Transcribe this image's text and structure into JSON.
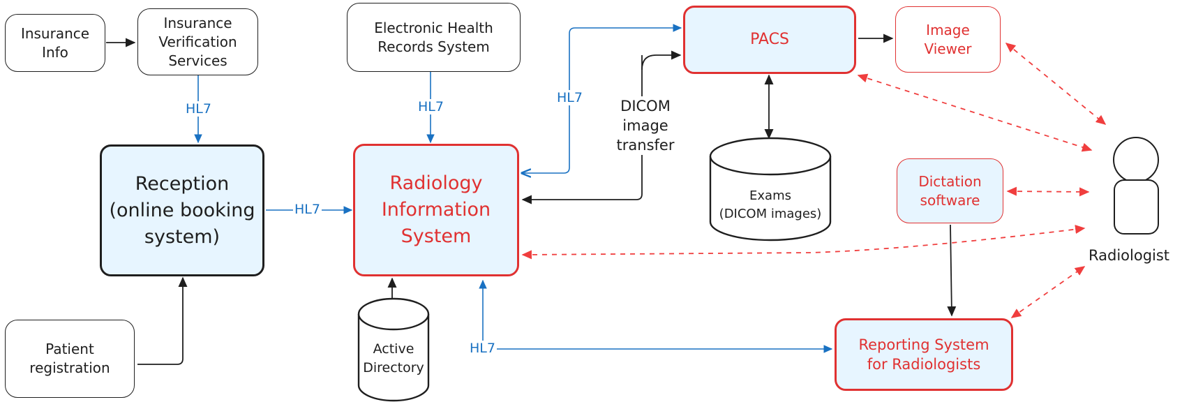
{
  "nodes": {
    "insurance_info": [
      "Insurance",
      "Info"
    ],
    "insurance_verification": [
      "Insurance",
      "Verification",
      "Services"
    ],
    "ehr": [
      "Electronic Health",
      "Records System"
    ],
    "pacs": [
      "PACS"
    ],
    "image_viewer": [
      "Image",
      "Viewer"
    ],
    "reception": [
      "Reception",
      "(online booking",
      "system)"
    ],
    "ris": [
      "Radiology",
      "Information",
      "System"
    ],
    "exams": [
      "Exams",
      "(DICOM images)"
    ],
    "dictation": [
      "Dictation",
      "software"
    ],
    "patient_registration": [
      "Patient",
      "registration"
    ],
    "active_directory": [
      "Active",
      "Directory"
    ],
    "reporting": [
      "Reporting System",
      "for Radiologists"
    ]
  },
  "labels": {
    "hl7_ivs_reception": "HL7",
    "hl7_ehr_ris": "HL7",
    "hl7_ris_pacs": "HL7",
    "hl7_reception_ris": "HL7",
    "hl7_ris_reporting": "HL7",
    "dicom_transfer": [
      "DICOM",
      "image",
      "transfer"
    ]
  },
  "actor": {
    "radiologist": "Radiologist"
  },
  "colors": {
    "ink": "#1e1e1e",
    "hl7_blue": "#1971c2",
    "highlight_red": "#e03131",
    "dashed_red": "#f03e3e",
    "fill_blue": "#e7f5ff"
  },
  "icons": {
    "radiologist": "person-icon"
  }
}
